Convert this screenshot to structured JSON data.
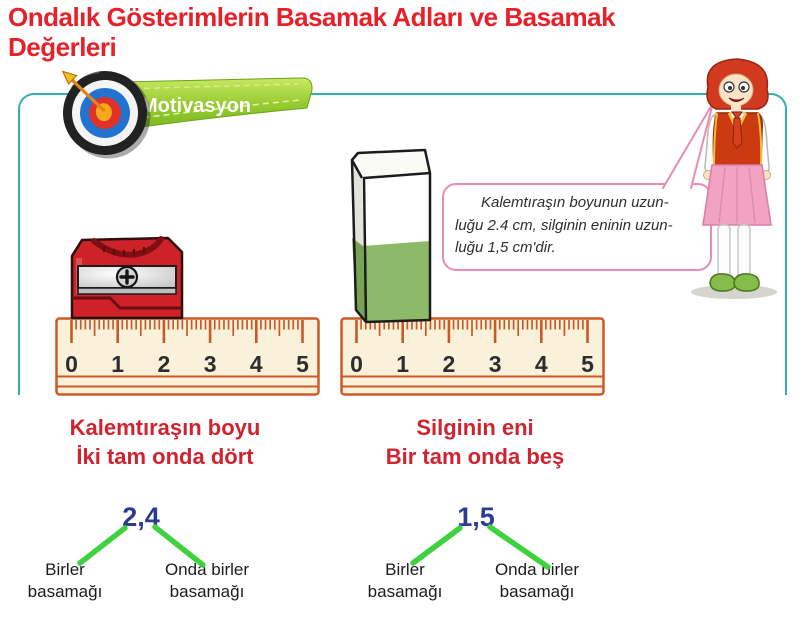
{
  "title": {
    "line1": "Ondalık Gösterimlerin Basamak Adları ve Basamak",
    "line2": "Değerleri"
  },
  "motivation": {
    "ribbon_label": "Motivasyon",
    "icon": "dartboard-target-icon"
  },
  "speech_bubble": {
    "lines": [
      "Kalemtıraşın boyunun uzun-",
      "luğu 2.4 cm, silginin eninin uzun-",
      "luğu 1,5 cm'dir."
    ],
    "full_text": "Kalemtıraşın boyunun uzunluğu 2.4 cm, silginin eninin uzunluğu 1,5 cm'dir."
  },
  "ruler": {
    "numbers": [
      "0",
      "1",
      "2",
      "3",
      "4",
      "5"
    ],
    "units": 5,
    "minor_per_unit": 10
  },
  "captions": {
    "left": {
      "line1": "Kalemtıraşın boyu",
      "line2": "İki tam onda dört"
    },
    "right": {
      "line1": "Silginin eni",
      "line2": "Bir tam onda beş"
    }
  },
  "trees": {
    "left": {
      "number": "2,4",
      "ones": [
        "Birler",
        "basamağı"
      ],
      "tenths": [
        "Onda birler",
        "basamağı"
      ]
    },
    "right": {
      "number": "1,5",
      "ones": [
        "Birler",
        "basamağı"
      ],
      "tenths": [
        "Onda birler",
        "basamağı"
      ]
    }
  },
  "colors": {
    "title_red": "#e62129",
    "caption_red": "#cf2430",
    "number_blue": "#2b3a92",
    "branch_green": "#3ed23e",
    "box_teal": "#35b0ae",
    "bubble_pink": "#e88cb6",
    "ruler_orange": "#c95a27",
    "ribbon_green": "#8ac431"
  }
}
